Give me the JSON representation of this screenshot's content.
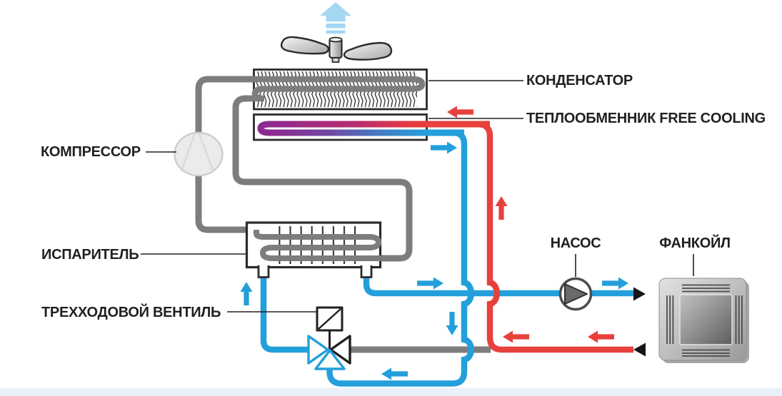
{
  "diagram": {
    "labels": {
      "condenser": "КОНДЕНСАТОР",
      "free_cooling_heat_exchanger": "ТЕПЛООБМЕННИК FREE COOLING",
      "compressor": "КОМПРЕССОР",
      "evaporator": "ИСПАРИТЕЛЬ",
      "three_way_valve": "ТРЕХХОДОВОЙ ВЕНТИЛЬ",
      "pump": "НАСОС",
      "fancoil": "ФАНКОЙЛ"
    },
    "colors": {
      "chilled_water_pipe": "#239fdb",
      "return_water_pipe": "#e8403c",
      "refrigerant_pipe": "#7d7d7d",
      "gradient_hot": "#8e2a8e",
      "airflow_arrow": "#a5d7f3",
      "outline": "#2b2b2b"
    }
  }
}
